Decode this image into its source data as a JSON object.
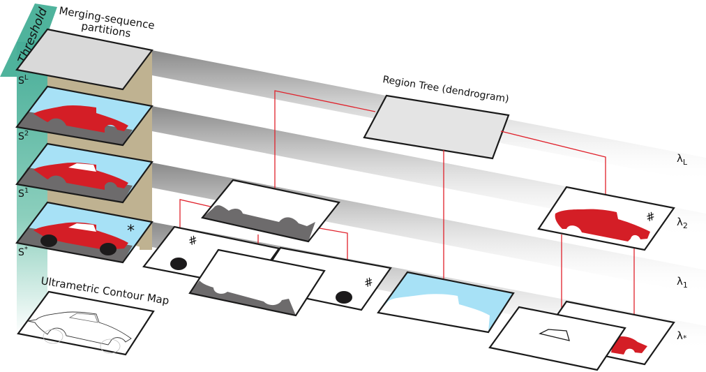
{
  "title": {
    "threshold": "Threshold",
    "merging_sequence": "Merging-sequence",
    "partitions": "partitions",
    "region_tree": "Region Tree (dendrogram)",
    "ucm": "Ultrametric Contour Map"
  },
  "partition_levels": [
    {
      "label": "S",
      "sup": "L"
    },
    {
      "label": "S",
      "sup": "2"
    },
    {
      "label": "S",
      "sup": "1"
    },
    {
      "label": "S",
      "sup": "*"
    }
  ],
  "lambda_levels": [
    {
      "label": "λ",
      "sub": "L"
    },
    {
      "label": "λ",
      "sub": "2"
    },
    {
      "label": "λ",
      "sub": "1"
    },
    {
      "label": "λ",
      "sub": "*"
    }
  ],
  "markers": {
    "star": "*",
    "hash": "#"
  },
  "colors": {
    "threshold_arrow": "#4fb39c",
    "side_wall": "#bfb291",
    "sky": "#a7e1f6",
    "car": "#d41e26",
    "ground": "#6d6b6c",
    "tree_line": "#e0202a",
    "root_panel": "#e4e4e4"
  }
}
